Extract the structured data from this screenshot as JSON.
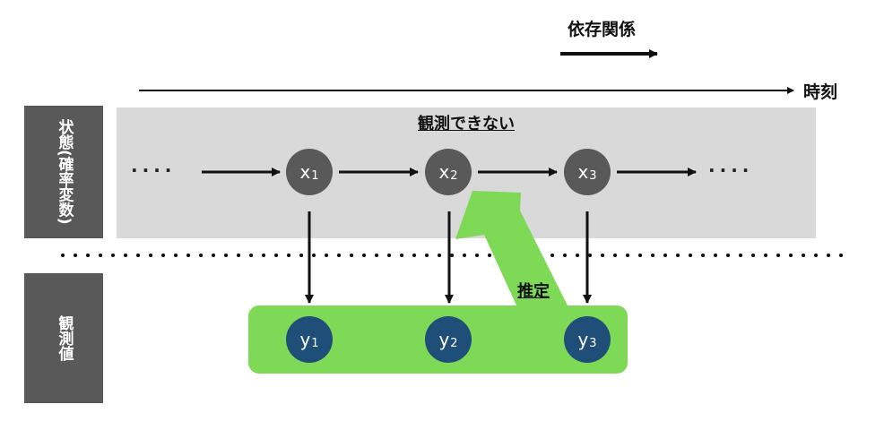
{
  "legend": {
    "dependency_label": "依存関係"
  },
  "timeline": {
    "label": "時刻"
  },
  "sidebar": {
    "state_line1": "状態",
    "state_line2": "(確率変数)",
    "observed": "観測値"
  },
  "state_band": {
    "label": "観測できない"
  },
  "ellipsis": "····",
  "states": [
    {
      "base": "x",
      "index": "1"
    },
    {
      "base": "x",
      "index": "2"
    },
    {
      "base": "x",
      "index": "3"
    }
  ],
  "observations": [
    {
      "base": "y",
      "index": "1"
    },
    {
      "base": "y",
      "index": "2"
    },
    {
      "base": "y",
      "index": "3"
    }
  ],
  "estimation": {
    "label": "推定"
  },
  "colors": {
    "state_node": "#595959",
    "observation_node": "#1f4e79",
    "observation_band": "#7ed957",
    "state_band": "#d9d9d9",
    "sidebar": "#595959"
  }
}
